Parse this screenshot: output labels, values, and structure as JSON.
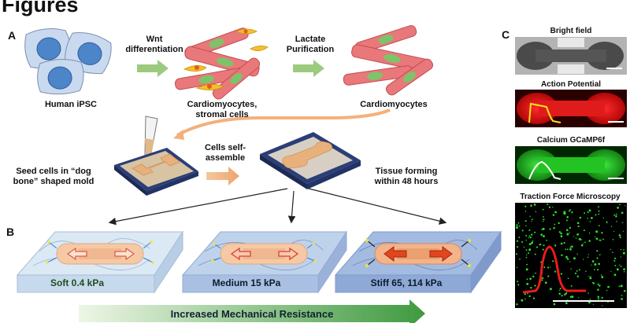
{
  "heading": "Figures",
  "panel_labels": {
    "a": "A",
    "b": "B",
    "c": "C"
  },
  "panel_a": {
    "human_ipsc": "Human iPSC",
    "wnt_line1": "Wnt",
    "wnt_line2": "differentiation",
    "cm_stromal_line1": "Cardiomyocytes,",
    "cm_stromal_line2": "stromal cells",
    "lactate_line1": "Lactate",
    "lactate_line2": "Purification",
    "cardiomyocytes": "Cardiomyocytes",
    "seed_line1": "Seed cells in “dog",
    "seed_line2": "bone” shaped mold",
    "self_line1": "Cells self-",
    "self_line2": "assemble",
    "tissue_line1": "Tissue forming",
    "tissue_line2": "within 48 hours"
  },
  "panel_b": {
    "soft": "Soft 0.4 kPa",
    "medium": "Medium 15 kPa",
    "stiff": "Stiff 65, 114 kPa",
    "resistance": "Increased Mechanical Resistance"
  },
  "panel_c": {
    "bright_field": "Bright field",
    "action_potential": "Action Potential",
    "calcium": "Calcium GCaMP6f",
    "traction": "Traction Force Microscopy"
  },
  "colors": {
    "process_arrow": "#9ccb7f",
    "cardiomyocyte": "#e8787a",
    "nucleus": "#7cc46a",
    "ipsc": "#c9d9ef",
    "ipsc_nucleus": "#4d85c9",
    "mold": "#2b3e77",
    "soft_block": "#d4e6f4",
    "medium_block": "#b4c9e6",
    "stiff_block": "#98b2d9",
    "gradient_start": "#e8f3dc",
    "gradient_end": "#3b8f3b"
  }
}
